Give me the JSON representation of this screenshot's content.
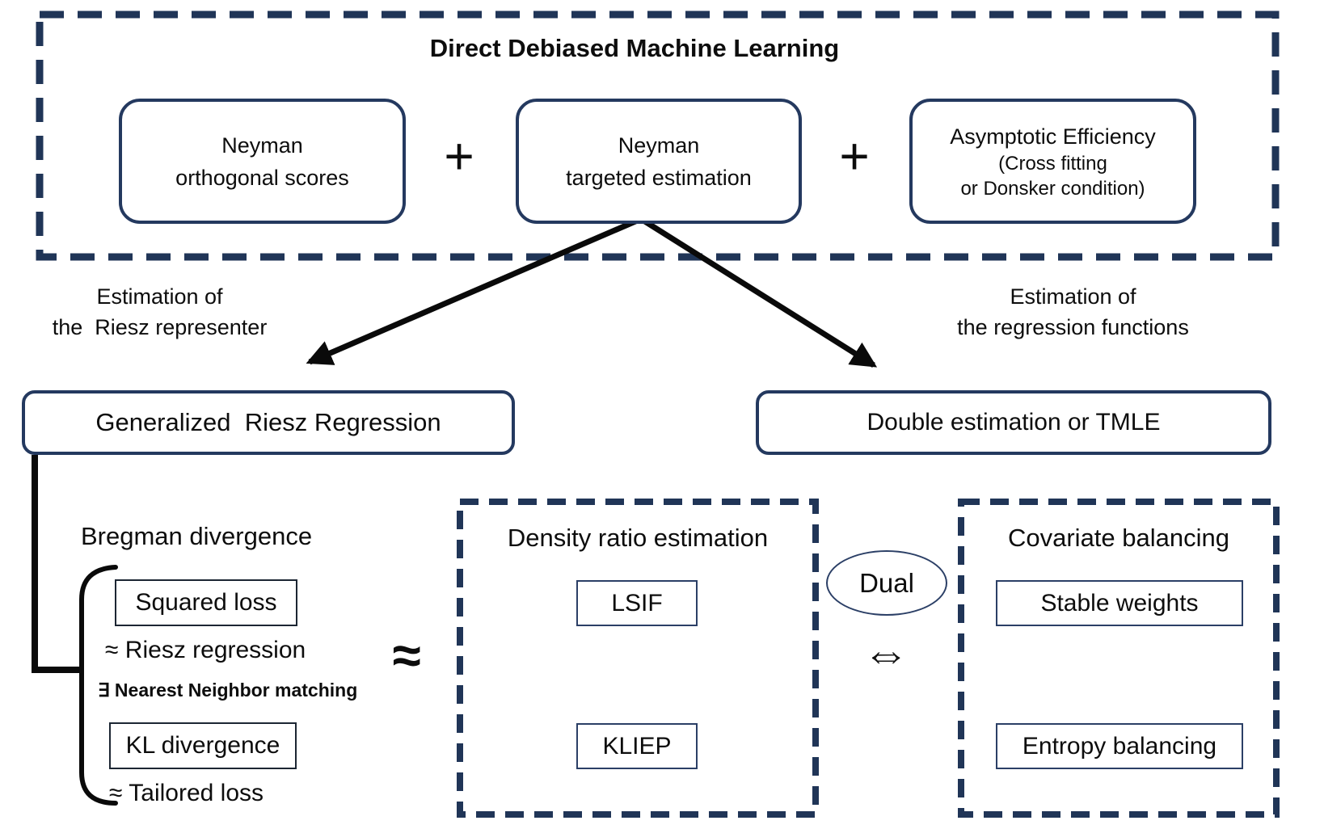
{
  "header": {
    "title": "Direct Debiased Machine Learning",
    "plus": "+",
    "components": [
      {
        "lines": [
          "Neyman",
          "orthogonal scores"
        ]
      },
      {
        "lines": [
          "Neyman",
          "targeted estimation"
        ]
      },
      {
        "lines": [
          "Asymptotic Efficiency",
          "(Cross fitting",
          "or Donsker condition)"
        ]
      }
    ]
  },
  "branches": {
    "left_label": {
      "line1": "Estimation of",
      "line2": "the  Riesz representer"
    },
    "right_label": {
      "line1": "Estimation of",
      "line2": "the regression functions"
    },
    "left_box": "Generalized  Riesz Regression",
    "right_box": "Double estimation or TMLE"
  },
  "bregman": {
    "title": "Bregman divergence",
    "squared_loss": "Squared loss",
    "riesz_regression": "≈ Riesz regression",
    "nn_matching": "∃ Nearest Neighbor matching",
    "kl_divergence": "KL divergence",
    "tailored_loss": "≈ Tailored loss",
    "approx_symbol": "≈"
  },
  "density_ratio": {
    "title": "Density ratio estimation",
    "items": [
      "LSIF",
      "KLIEP"
    ]
  },
  "dual": {
    "label": "Dual",
    "arrow": "⇔"
  },
  "covariate": {
    "title": "Covariate balancing",
    "items": [
      "Stable weights",
      "Entropy balancing"
    ]
  },
  "colors": {
    "navy_dashed": "#203557",
    "rounded_border": "#24395f",
    "thin_border_dark": "#1c2633",
    "thin_border_navy": "#2b3f66",
    "arrow_black": "#0a0a0a"
  }
}
